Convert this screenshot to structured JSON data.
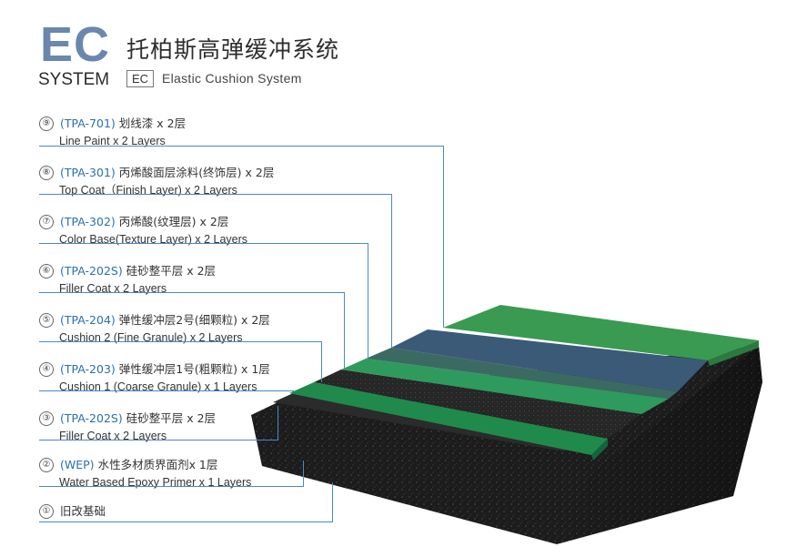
{
  "header": {
    "logo_ec": "EC",
    "logo_system": "SYSTEM",
    "title_cn": "托柏斯高弹缓冲系统",
    "badge": "EC",
    "title_en": "Elastic Cushion System",
    "logo_color": "#6b87ad"
  },
  "layers": [
    {
      "num": "⑨",
      "code": "(TPA-701)",
      "cn": "划线漆 x 2层",
      "en": "Line Paint x 2 Layers"
    },
    {
      "num": "⑧",
      "code": "(TPA-301)",
      "cn": "丙烯酸面层涂料(终饰层) x 2层",
      "en": "Top Coat（Finish Layer) x 2 Layers"
    },
    {
      "num": "⑦",
      "code": "(TPA-302)",
      "cn": "丙烯酸(纹理层) x 2层",
      "en": "Color Base(Texture Layer) x 2 Layers"
    },
    {
      "num": "⑥",
      "code": "(TPA-202S)",
      "cn": "硅砂整平层 x 2层",
      "en": "Filler Coat x 2 Layers"
    },
    {
      "num": "⑤",
      "code": "(TPA-204)",
      "cn": "弹性缓冲层2号(细颗粒) x 2层",
      "en": "Cushion 2 (Fine Granule) x 2 Layers"
    },
    {
      "num": "④",
      "code": "(TPA-203)",
      "cn": "弹性缓冲层1号(粗颗粒) x 1层",
      "en": "Cushion 1 (Coarse Granule) x 1 Layers"
    },
    {
      "num": "③",
      "code": "(TPA-202S)",
      "cn": "硅砂整平层 x 2层",
      "en": "Filler Coat x 2 Layers"
    },
    {
      "num": "②",
      "code": "(WEP)",
      "cn": "水性多材质界面剂x 1层",
      "en": "Water Based Epoxy Primer x 1 Layers"
    },
    {
      "num": "①",
      "code": "",
      "cn": "旧改基础",
      "en": ""
    }
  ],
  "colors": {
    "leader_line": "#4a8ac4",
    "code_text": "#2a6fb0",
    "line_paint_green": "#3a9a52",
    "top_coat_blue": "#3b5a78",
    "filler_light_green": "#2f9a5e",
    "cushion_green": "#1f8a4c",
    "rubber_black": "#1e1e1e"
  }
}
